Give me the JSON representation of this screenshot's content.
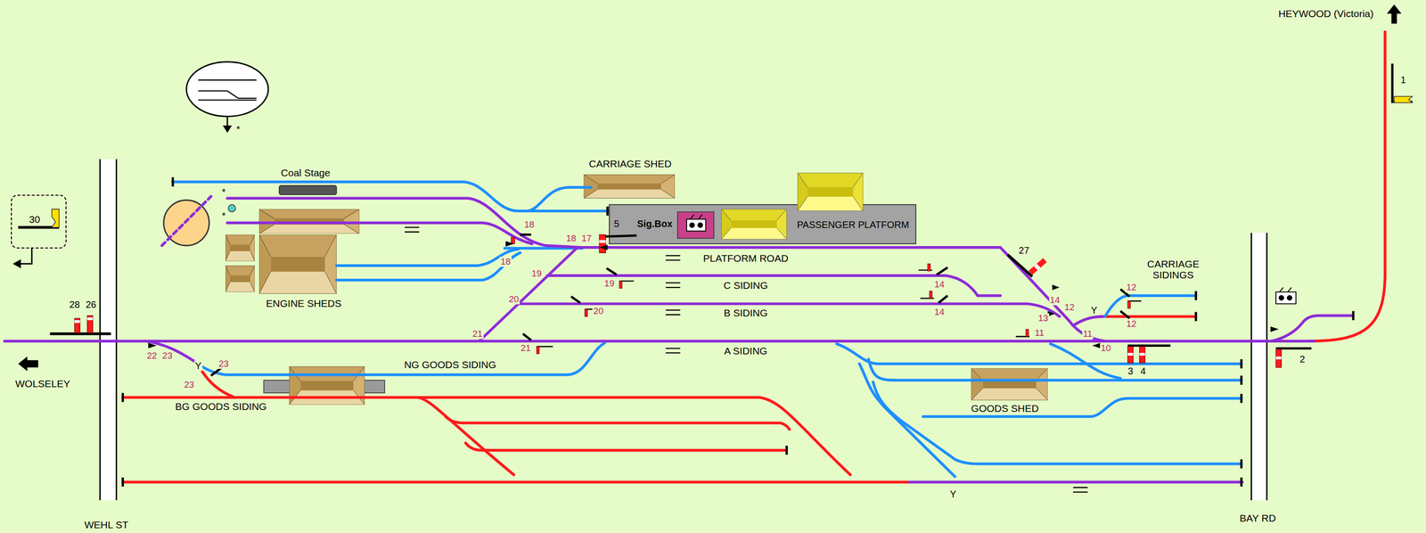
{
  "diagram": {
    "nodes": [
      {
        "text": [
          "Coal Stage"
        ]
      },
      {
        "text": [
          "CARRIAGE SHED"
        ]
      },
      {
        "text": [
          "30"
        ]
      },
      {
        "text": [
          "Sig.Box",
          "PASSENGER PLATFORM"
        ]
      },
      {
        "text": [
          "ENGINE SHEDS"
        ]
      },
      {
        "text": [
          "GOODS SHED"
        ]
      }
    ],
    "labels": [
      "HEYWOOD (Victoria)",
      "1",
      "*",
      "*",
      "*",
      "5",
      "18",
      "18",
      "17",
      "18",
      "27",
      "PLATFORM ROAD",
      "CARRIAGE SIDINGS",
      "19",
      "19",
      "C SIDING",
      "14",
      "12",
      "20",
      "14",
      "28",
      "26",
      "12",
      "Y",
      "20",
      "B SIDING",
      "14",
      "13",
      "12",
      "21",
      "11",
      "11",
      "21",
      "A SIDING",
      "10",
      "22",
      "23",
      "2",
      "23",
      "Y",
      "NG GOODS SIDING",
      "3",
      "4",
      "WOLSELEY",
      "23",
      "BG GOODS SIDING",
      "Y",
      "BAY RD",
      "WEHL ST"
    ]
  }
}
